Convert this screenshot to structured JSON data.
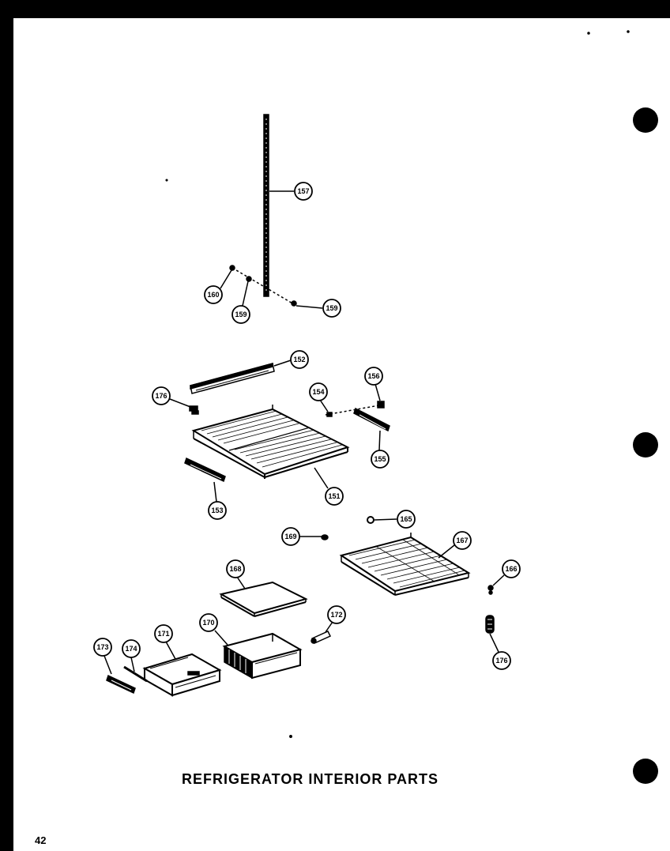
{
  "title": "REFRIGERATOR INTERIOR PARTS",
  "page_number": "42",
  "callouts": {
    "c157": "157",
    "c160": "160",
    "c159a": "159",
    "c159b": "159",
    "c152": "152",
    "c176a": "176",
    "c154": "154",
    "c156": "156",
    "c155": "155",
    "c151": "151",
    "c153": "153",
    "c165": "165",
    "c169": "169",
    "c167": "167",
    "c168": "168",
    "c166": "166",
    "c172": "172",
    "c171": "171",
    "c170": "170",
    "c173": "173",
    "c174": "174",
    "c176b": "176"
  }
}
